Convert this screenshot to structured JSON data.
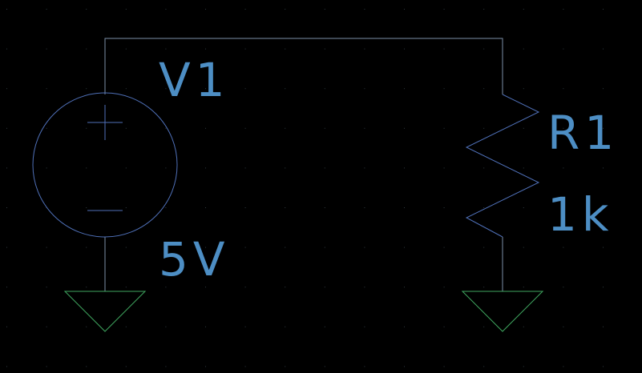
{
  "components": {
    "source": {
      "name": "V1",
      "value": "5V",
      "plus_symbol": "+",
      "minus_symbol": "−",
      "icon": "voltage-source-icon"
    },
    "resistor": {
      "name": "R1",
      "value": "1k",
      "icon": "resistor-icon"
    }
  },
  "grounds": [
    {
      "icon": "ground-icon"
    },
    {
      "icon": "ground-icon"
    }
  ],
  "colors": {
    "background": "#000000",
    "wire": "#7d8fa8",
    "symbol": "#4f70b8",
    "label": "#4d8ec4",
    "ground": "#3fa65f",
    "grid_dot": "#2f3a40"
  }
}
